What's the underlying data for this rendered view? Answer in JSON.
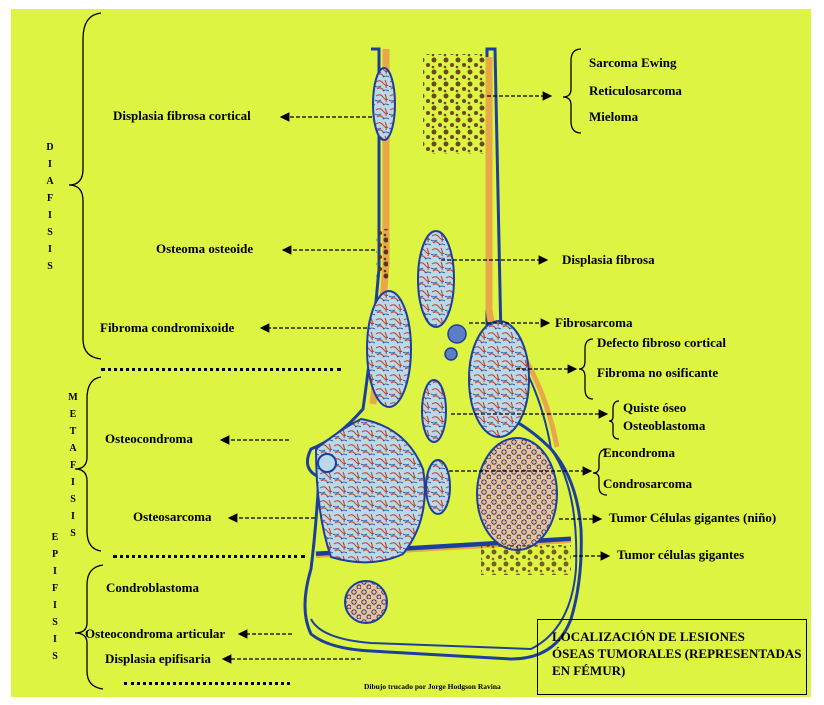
{
  "zones": {
    "diafisis": "DIAFISIS",
    "metafisis": "METAFISIS",
    "epifisis": "EPIFISIS"
  },
  "left_labels": {
    "displasia_fibrosa_cortical": "Displasia fibrosa cortical",
    "osteoma_osteoide": "Osteoma osteoide",
    "fibroma_condromixoide": "Fibroma condromixoide",
    "osteocondroma": "Osteocondroma",
    "osteosarcoma": "Osteosarcoma",
    "condroblastoma": "Condroblastoma",
    "osteocondroma_articular": "Osteocondroma articular",
    "displasia_epifisaria": "Displasia epifisaria"
  },
  "right_labels": {
    "sarcoma_ewing": "Sarcoma Ewing",
    "reticulosarcoma": "Reticulosarcoma",
    "mieloma": "Mieloma",
    "displasia_fibrosa": "Displasia fibrosa",
    "fibrosarcoma": "Fibrosarcoma",
    "defecto_fibroso_cortical": "Defecto fibroso cortical",
    "fibroma_no_osificante": "Fibroma no osificante",
    "quiste_oseo": "Quiste óseo",
    "osteoblastoma": "Osteoblastoma",
    "encondroma": "Encondroma",
    "condrosarcoma": "Condrosarcoma",
    "tumor_celulas_gigantes_nino": "Tumor Células gigantes (niño)",
    "tumor_celulas_gigantes": "Tumor células gigantes"
  },
  "title_box": {
    "line1": "LOCALIZACIÓN DE LESIONES",
    "line2": "ÓSEAS TUMORALES (REPRESENTADAS",
    "line3": "EN FÉMUR)"
  },
  "credit": "Dibujo trucado por Jorge Hodgson Ravina",
  "colors": {
    "background": "#ddf542",
    "bone_outline": "#1d3f9c",
    "cortex": "#e8a84a",
    "lesion_fill": "#b9d8e8",
    "lesion_vessel": "#c0391e",
    "ink": "#000000"
  }
}
